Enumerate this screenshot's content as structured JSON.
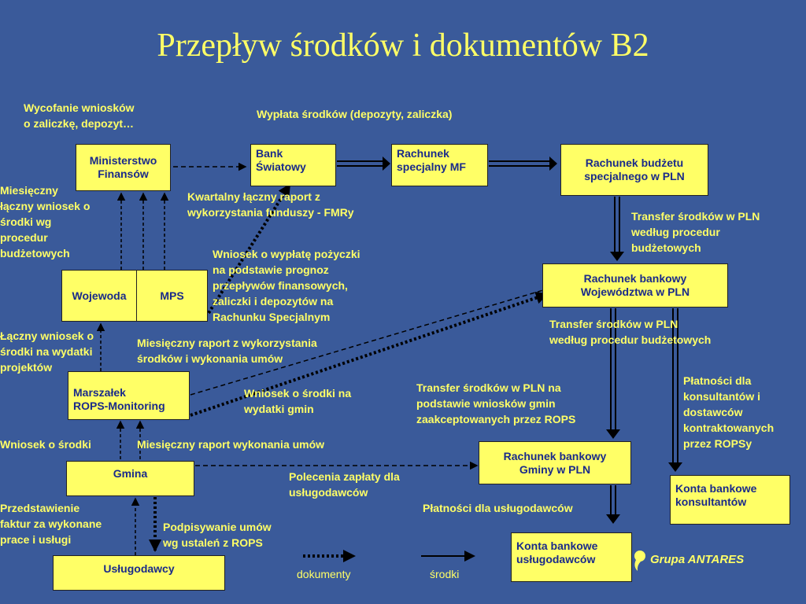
{
  "title": "Przepływ środków i dokumentów B2",
  "colors": {
    "background": "#3a5a9a",
    "box_fill": "#ffff66",
    "box_text": "#1a2a8a",
    "label_text": "#ffff66",
    "arrow": "#000000"
  },
  "boxes": {
    "ministerstwo": "Ministerstwo\nFinansów",
    "bank": "Bank\nŚwiatowy",
    "rachunek_mf": "Rachunek\nspecjalny MF",
    "rachunek_pln": "Rachunek budżetu\nspecjalnego w PLN",
    "wojewoda": "Wojewoda",
    "mps": "MPS",
    "rachunek_woj": "Rachunek bankowy\nWojewództwa w PLN",
    "marszalek": "Marszałek\nROPS-Monitoring",
    "gmina": "Gmina",
    "rachunek_gminy": "Rachunek bankowy\nGminy w PLN",
    "konta_konsultantow": "Konta bankowe\nkonsultantów",
    "uslugodawcy": "Usługodawcy",
    "konta_uslugodawcow": "Konta bankowe\nusługodawców"
  },
  "labels": {
    "wycofanie": "Wycofanie wniosków\no zaliczkę, depozyt…",
    "wyplata": "Wypłata środków (depozyty, zaliczka)",
    "miesieczny_laczny": "Miesięczny\nłączny wniosek o\nśrodki wg\nprocedur\nbudżetowych",
    "kwartalny": "Kwartalny łączny raport z\nwykorzystania funduszy - FMRy",
    "transfer1": "Transfer środków w PLN\nwedług procedur\nbudżetowych",
    "wniosek_wyplata": "Wniosek o wypłatę pożyczki\nna podstawie prognoz\nprzepływów finansowych,\nzaliczki i depozytów na\nRachunku Specjalnym",
    "transfer2": "Transfer środków w PLN\nwedług procedur budżetowych",
    "laczny_wniosek": "Łączny wniosek o\nśrodki na wydatki\nprojektów",
    "miesieczny_raport": "Miesięczny raport z wykorzystania\nśrodków i wykonania umów",
    "platnosci_konsultanci": "Płatności dla\nkonsultantów i\ndostawców\nkontraktowanych\nprzez ROPSy",
    "transfer3": "Transfer środków w PLN na\npodstawie wniosków gmin\nzaakceptowanych przez ROPS",
    "wniosek_gmin": "Wniosek o środki na\nwydatki gmin",
    "wniosek_srodki": "Wniosek o środki",
    "miesieczny_wykonania": "Miesięczny raport wykonania umów",
    "polecenia": "Polecenia zapłaty dla\nusługodawców",
    "platnosci_uslug": "Płatności dla usługodawców",
    "przedstawienie": "Przedstawienie\nfaktur za wykonane\nprace i usługi",
    "podpisywanie": "Podpisywanie umów\nwg ustaleń z ROPS"
  },
  "legend": {
    "docs": "dokumenty",
    "funds": "środki"
  },
  "brand": "Grupa ANTARES",
  "icons": {
    "brand_logo": "antares-logo-icon"
  }
}
